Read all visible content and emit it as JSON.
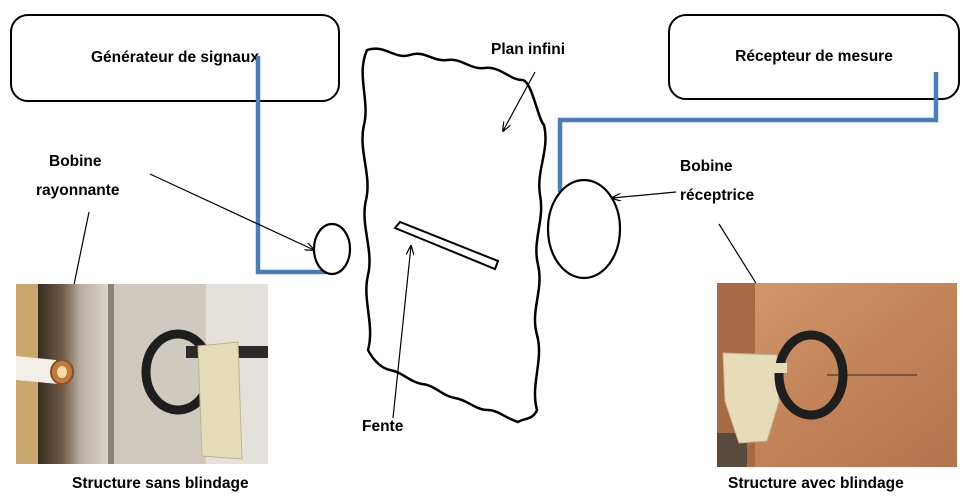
{
  "boxes": {
    "generator": "Générateur de signaux",
    "receiver": "Récepteur de mesure"
  },
  "labels": {
    "plan": "Plan infini",
    "bobine_rayonnante_1": "Bobine",
    "bobine_rayonnante_2": "rayonnante",
    "bobine_receptrice_1": "Bobine",
    "bobine_receptrice_2": "réceptrice",
    "fente": "Fente"
  },
  "captions": {
    "left": "Structure sans blindage",
    "right": "Structure avec blindage"
  },
  "colors": {
    "cable": "#4a7ebb",
    "outline": "#000000",
    "copper": "#c88a5c",
    "tape": "#e6dcb8"
  }
}
